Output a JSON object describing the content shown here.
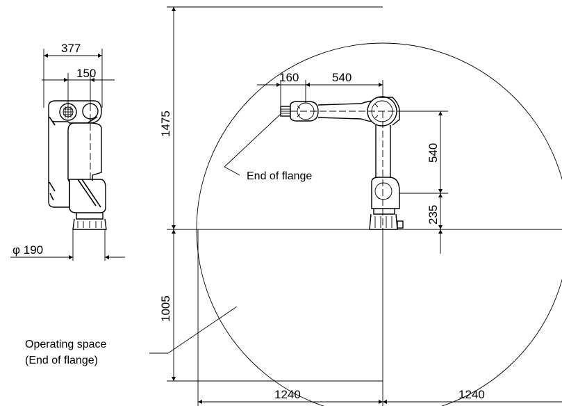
{
  "dimensions": {
    "side_total_width": "377",
    "side_offset": "150",
    "base_diameter": "φ 190",
    "vertical_reach_up": "1475",
    "vertical_reach_down": "1005",
    "flange_length": "160",
    "arm_horizontal": "540",
    "arm_vertical": "540",
    "base_height": "235",
    "horizontal_reach_left": "1240",
    "horizontal_reach_right": "1240"
  },
  "notes": {
    "end_of_flange": "End of flange",
    "operating_space_line1": "Operating space",
    "operating_space_line2": "(End of flange)"
  }
}
